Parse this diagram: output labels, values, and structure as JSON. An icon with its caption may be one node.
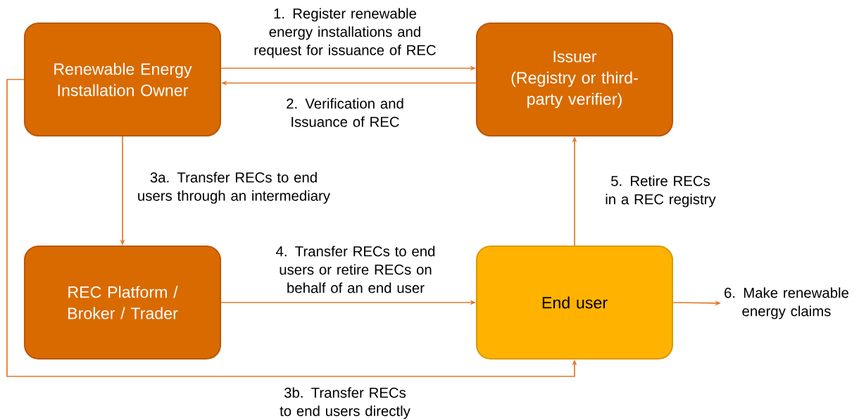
{
  "diagram": {
    "nodes": [
      {
        "text": [
          "Renewable Energy Installation Owner"
        ]
      },
      {
        "text": [
          "Issuer",
          "(Registry or third-party verifier)"
        ]
      },
      {
        "text": [
          "REC Platform / Broker / Trader"
        ]
      },
      {
        "text": [
          "End user"
        ]
      },
      {
        "text": [
          "6. Make renewable energy claims"
        ]
      }
    ],
    "edges": [
      {
        "from": 0,
        "to": 1,
        "arrow": "to",
        "label": "1. Register renewable energy installations and request for issuance of REC"
      },
      {
        "from": 1,
        "to": 0,
        "arrow": "to",
        "label": "2. Verification and Issuance of REC"
      },
      {
        "from": 0,
        "to": 2,
        "arrow": "to",
        "label": "3a. Transfer RECs to end users through an intermediary"
      },
      {
        "from": 2,
        "to": 3,
        "arrow": "to",
        "label": "4. Transfer RECs to end users or retire RECs on behalf of an end user"
      },
      {
        "from": 0,
        "to": 3,
        "arrow": "to",
        "label": "3b. Transfer RECs to end users directly"
      },
      {
        "from": 3,
        "to": 1,
        "arrow": "to",
        "label": "5. Retire RECs in a REC registry"
      },
      {
        "from": 3,
        "to": 4,
        "arrow": "to"
      }
    ]
  }
}
